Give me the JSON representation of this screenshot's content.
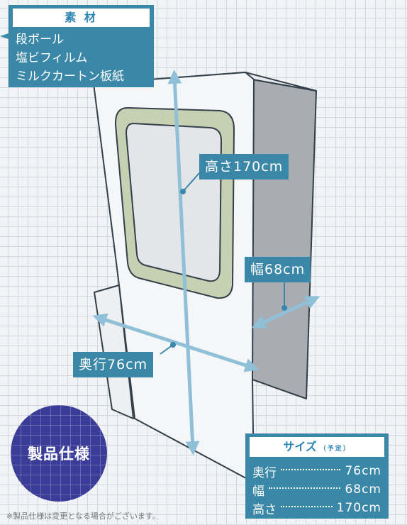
{
  "materials": {
    "title": "素 材",
    "items": [
      "段ボール",
      "塩ビフィルム",
      "ミルクカートン板紙"
    ]
  },
  "dimensions": {
    "height_label": "高さ170cm",
    "width_label": "幅68cm",
    "depth_label": "奥行76cm"
  },
  "badge": {
    "label": "製品仕様"
  },
  "size_box": {
    "title": "サイズ",
    "title_sub": "（予定）",
    "rows": [
      {
        "label": "奥行",
        "value": "76cm"
      },
      {
        "label": "幅",
        "value": "68cm"
      },
      {
        "label": "高さ",
        "value": "170cm"
      }
    ]
  },
  "footnote": "※製品仕様は変更となる場合がございます。",
  "colors": {
    "accent": "#3a87a8",
    "badge": "#3a3c98",
    "arrow": "#8fc0d8",
    "cabinet_side": "#a9adb2",
    "window_frame": "#c6d0b2"
  }
}
